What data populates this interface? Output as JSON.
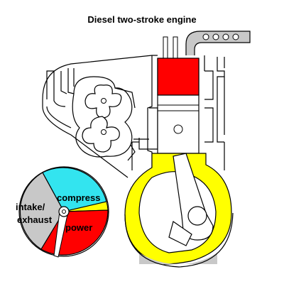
{
  "title": "Diesel two-stroke engine",
  "dial": {
    "labels": {
      "compress": "compress",
      "intake_exhaust_line1": "intake/",
      "intake_exhaust_line2": "exhaust",
      "power": "power"
    }
  },
  "colors": {
    "compress": "#33e4ef",
    "power": "#ff0000",
    "intake_exhaust": "#c8c8c8",
    "fuel_yellow": "#ffff00",
    "crankcase_oil": "#c8c8c8",
    "combustion_red": "#ff0000",
    "outline": "#000000",
    "background": "#ffffff"
  },
  "icons": {
    "blower": "roots-blower-icon",
    "crank_pointer": "dial-pointer-icon"
  }
}
